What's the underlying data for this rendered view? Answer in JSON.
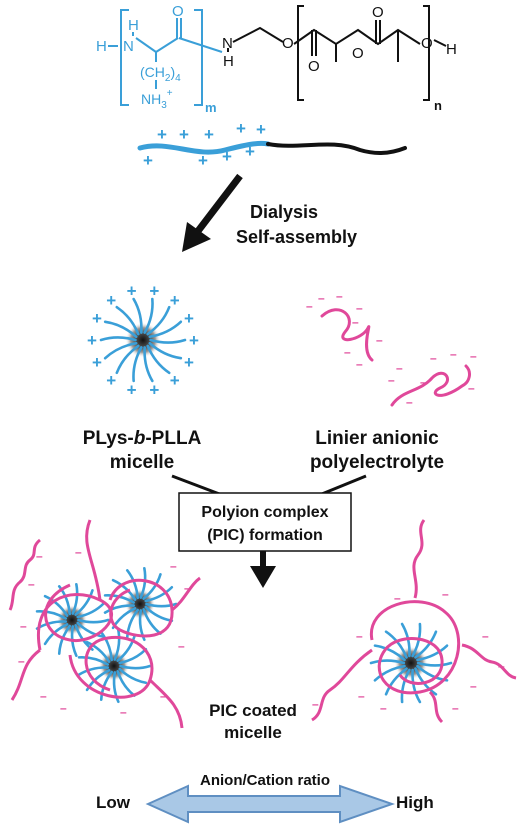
{
  "colors": {
    "plys": "#3a9fd8",
    "anionic": "#e0489a",
    "black": "#111111",
    "arrow_fill": "#a9c8e6",
    "arrow_stroke": "#5f8fc2"
  },
  "structure": {
    "h_left": "H",
    "nh_top": "H",
    "n_left": "N",
    "o_carbonyl_1": "O",
    "n_mid": "N",
    "h_mid": "H",
    "chain": "(CH",
    "chain_sub": "2",
    "chain_close": ")",
    "chain_sub2": "4",
    "amine": "NH",
    "amine_sub": "3",
    "amine_sup": "+",
    "sub_m": "m",
    "o_ester_link": "O",
    "o_carbonyl_2": "O",
    "o_ester_mid": "O",
    "o_carbonyl_3": "O",
    "o_end": "O",
    "h_end": "H",
    "sub_n": "n"
  },
  "labels": {
    "dialysis": "Dialysis",
    "self_assembly": "Self-assembly",
    "micelle_line1_a": "PLys-",
    "micelle_line1_b": "b",
    "micelle_line1_c": "-PLLA",
    "micelle_line2": "micelle",
    "anionic_line1": "Linier anionic",
    "anionic_line2": "polyelectrolyte",
    "box_line1": "Polyion complex",
    "box_line2": "(PIC) formation",
    "pic_line1": "PIC coated",
    "pic_line2": "micelle",
    "ratio_title": "Anion/Cation ratio",
    "ratio_low": "Low",
    "ratio_high": "High"
  },
  "symbols": {
    "plus": "+",
    "minus": "–"
  }
}
